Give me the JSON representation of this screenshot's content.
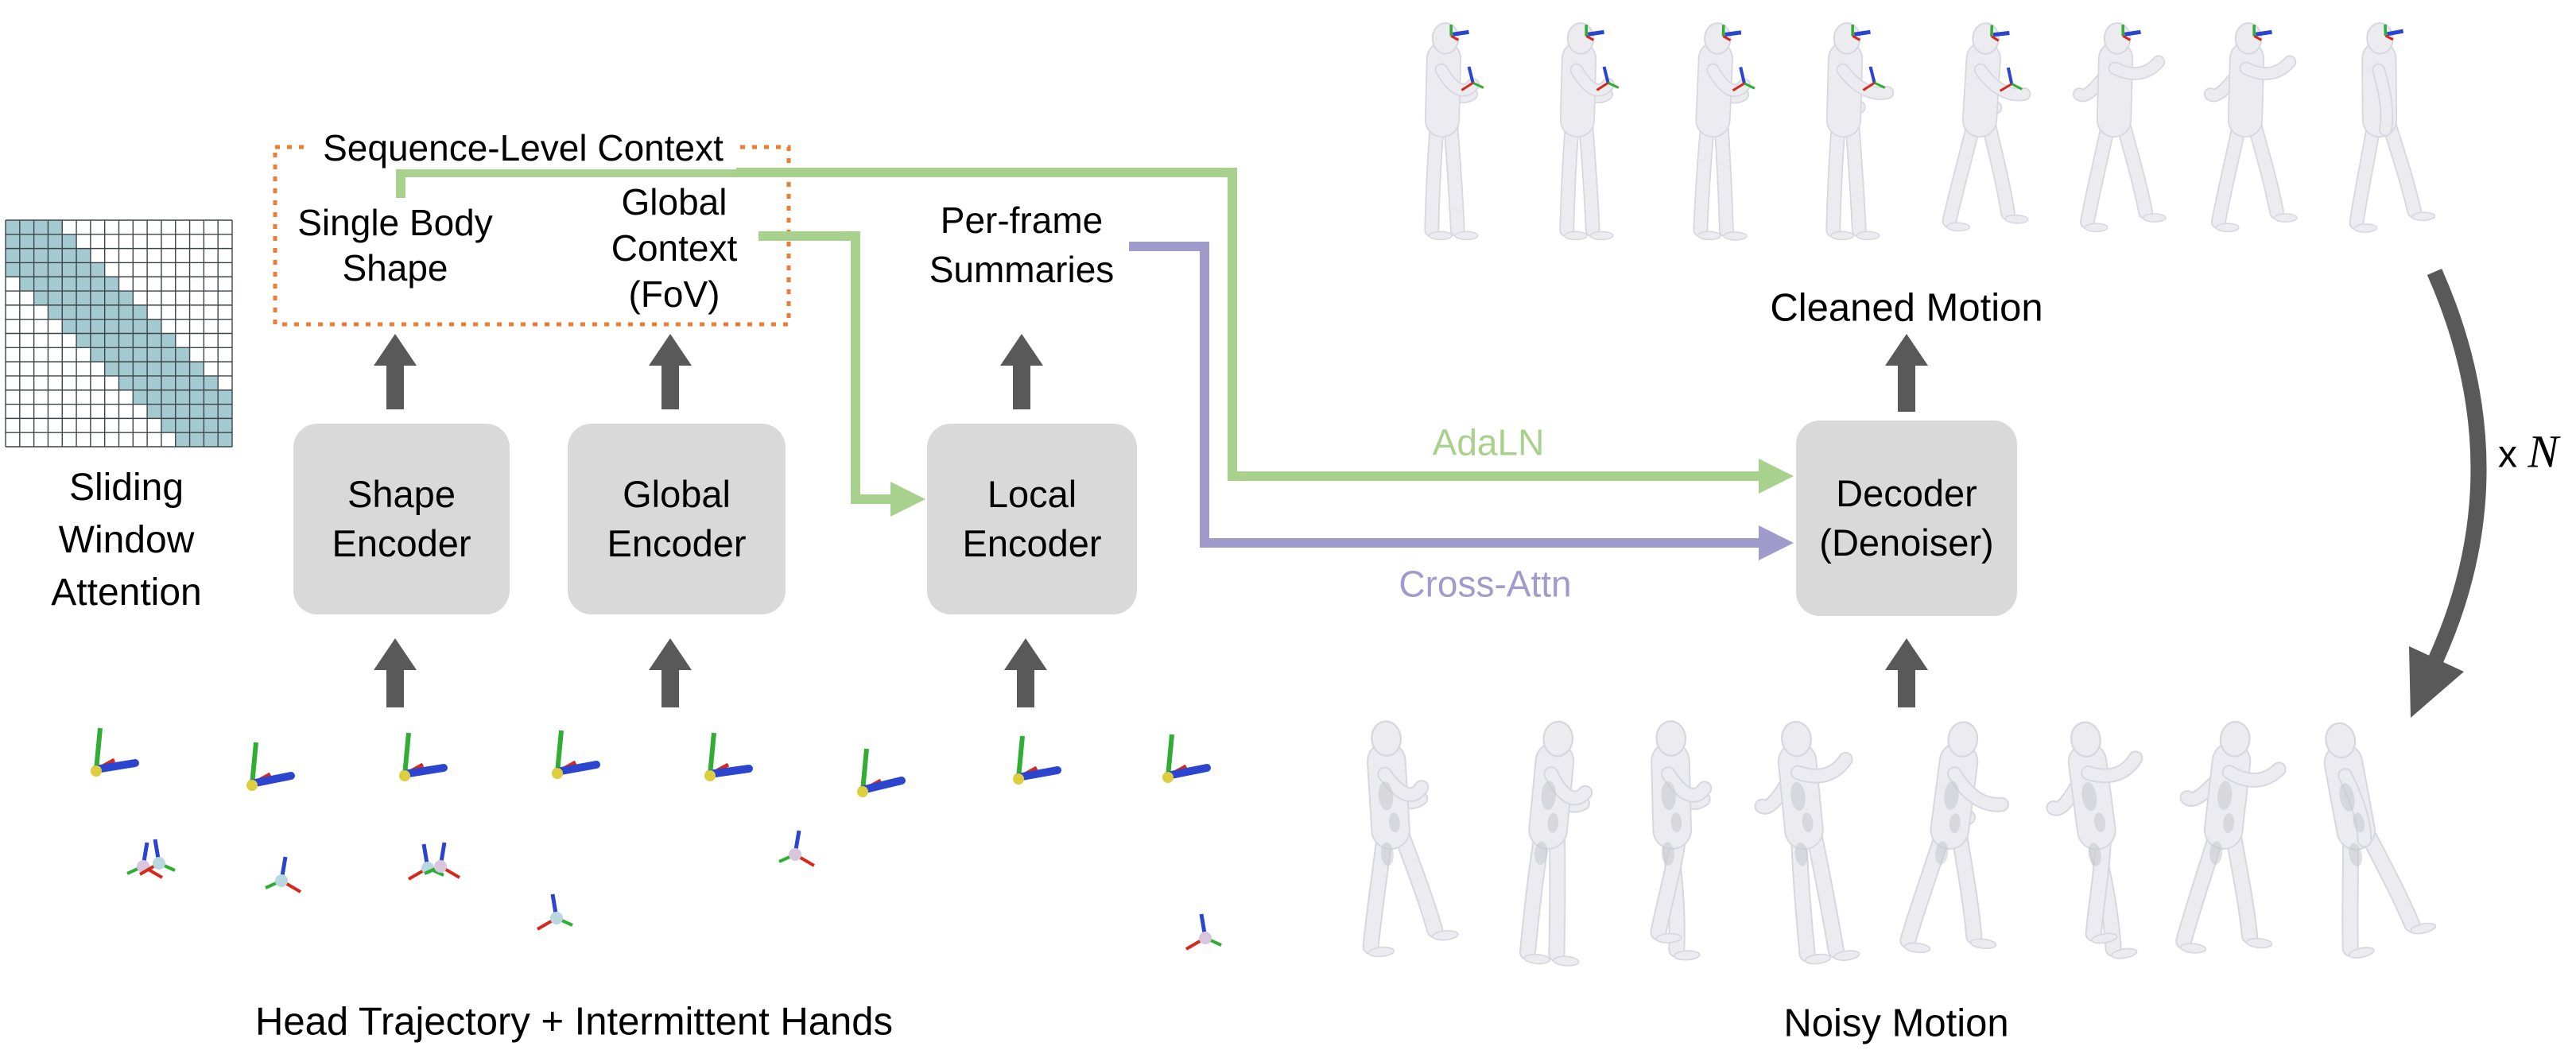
{
  "attention": {
    "caption_lines": [
      "Sliding",
      "Window",
      "Attention"
    ]
  },
  "sequence_context": {
    "title": "Sequence-Level Context",
    "single_body_shape_lines": [
      "Single Body",
      "Shape"
    ],
    "global_context_lines": [
      "Global",
      "Context",
      "(FoV)"
    ]
  },
  "per_frame_summaries_lines": [
    "Per-frame",
    "Summaries"
  ],
  "encoders": {
    "shape_lines": [
      "Shape",
      "Encoder"
    ],
    "global_lines": [
      "Global",
      "Encoder"
    ],
    "local_lines": [
      "Local",
      "Encoder"
    ]
  },
  "decoder_lines": [
    "Decoder",
    "(Denoiser)"
  ],
  "connections": {
    "adaln": "AdaLN",
    "cross_attn": "Cross-Attn"
  },
  "motion_rows": {
    "cleaned": "Cleaned Motion",
    "noisy": "Noisy Motion"
  },
  "input_caption": "Head Trajectory + Intermittent Hands",
  "loop": {
    "prefix": "x",
    "symbol": "N"
  },
  "colors": {
    "green": "#a9d18e",
    "purple": "#9f9bcb",
    "orange": "#ed7d31",
    "teal": "#a3cad1",
    "box_gray": "#d9d9d9",
    "arrow_gray": "#595959",
    "grid_line": "#3e4447",
    "text": "#000000",
    "axis_green": "#2fae33",
    "axis_blue": "#2b45cf",
    "axis_red": "#d42a1e",
    "axis_yellow": "#ddce3e",
    "hand_dot_pink": "#d9c6dd",
    "hand_dot_blue": "#b9d7de",
    "mesh": "#ebebf0",
    "mesh_edge": "#d7d7e0"
  }
}
